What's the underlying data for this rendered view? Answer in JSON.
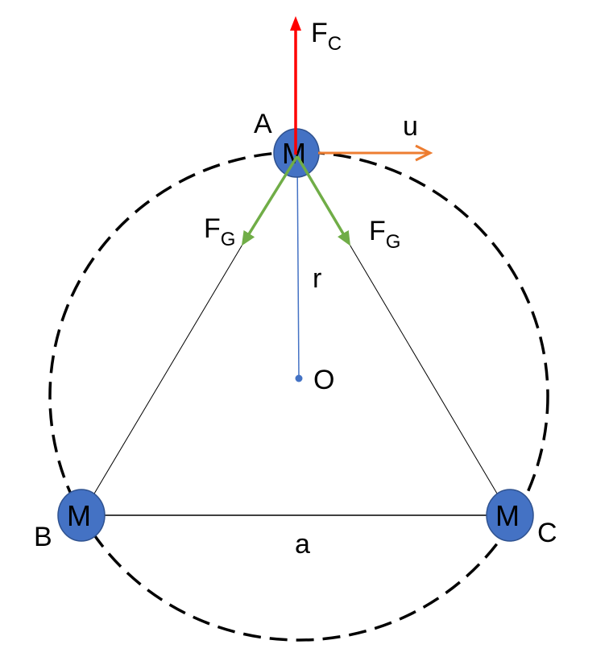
{
  "labels": {
    "fc_main": "F",
    "fc_sub": "C",
    "u": "u",
    "fg_main": "F",
    "fg_sub": "G",
    "r": "r",
    "o": "O",
    "a": "a",
    "point_a": "A",
    "point_b": "B",
    "point_c": "C",
    "mass": "M"
  },
  "colors": {
    "mass_fill": "#4472C4",
    "mass_stroke": "#2F528F",
    "centripetal_force": "#FF0000",
    "velocity": "#ED7D31",
    "gravity_force": "#70AD47",
    "radius_line": "#4472C4"
  }
}
